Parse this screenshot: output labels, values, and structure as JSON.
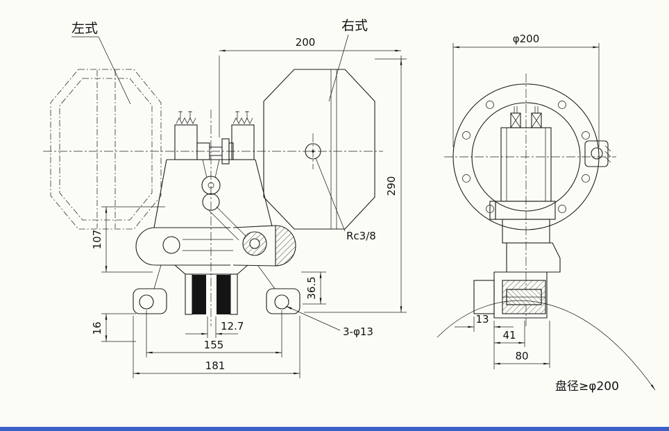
{
  "drawing": {
    "labels": {
      "left_type": "左式",
      "right_type": "右式",
      "disc_note": "盘径≥φ200"
    },
    "front_view": {
      "dim_width_top": "200",
      "dim_height": "290",
      "thread_callout": "Rc3/8",
      "dim_arm_height": "107",
      "dim_pad_height": "36.5",
      "dim_foot": "16",
      "dim_disc_gap": "12.7",
      "dim_hole_span": "155",
      "dim_base_width": "181",
      "holes_callout": "3-φ13"
    },
    "side_view": {
      "dim_flange_dia": "φ200",
      "dim_hub_offset": "13",
      "dim_mid_width": "41",
      "dim_total_width": "80"
    },
    "colors": {
      "background": "#fcfcf7",
      "line": "#1c1c1c",
      "bottom_bar": "#3c5fc9"
    }
  }
}
